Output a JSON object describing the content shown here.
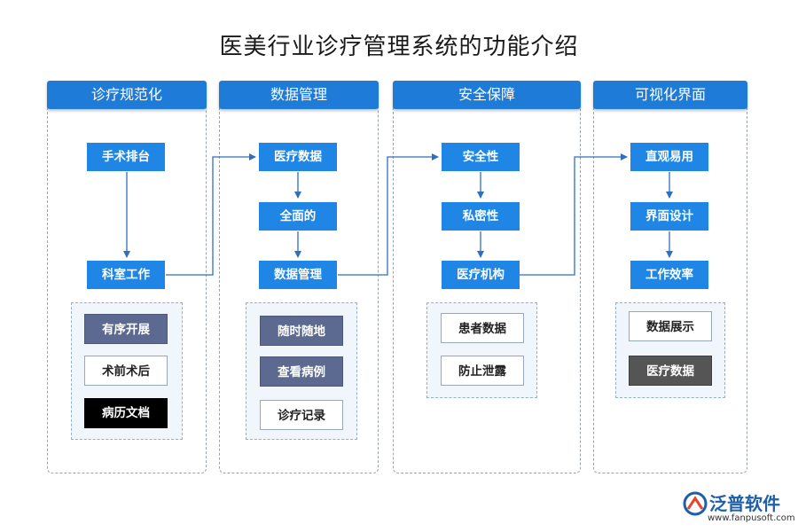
{
  "title": "医美行业诊疗管理系统的功能介绍",
  "columns": [
    {
      "header": "诊疗规范化",
      "nodes": [
        "手术排台",
        "科室工作"
      ],
      "tags": [
        "有序开展",
        "术前术后",
        "病历文档"
      ]
    },
    {
      "header": "数据管理",
      "nodes": [
        "医疗数据",
        "全面的",
        "数据管理"
      ],
      "tags": [
        "随时随地",
        "查看病例",
        "诊疗记录"
      ]
    },
    {
      "header": "安全保障",
      "nodes": [
        "安全性",
        "私密性",
        "医疗机构"
      ],
      "tags": [
        "患者数据",
        "防止泄露"
      ]
    },
    {
      "header": "可视化界面",
      "nodes": [
        "直观易用",
        "界面设计",
        "工作效率"
      ],
      "tags": [
        "数据展示",
        "医疗数据"
      ]
    }
  ],
  "logo": {
    "name": "泛普软件",
    "url": "www.fanpusoft.com"
  },
  "colors": {
    "header": "#1f7bd8",
    "node": "#1f86e6",
    "connector": "#2f6fbf"
  }
}
